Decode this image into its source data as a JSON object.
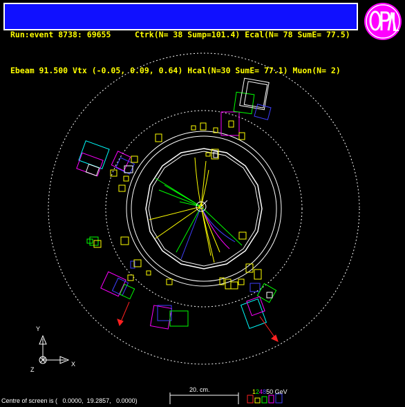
{
  "header": {
    "run_event_label": "Run:event 8738: 69655",
    "ctrk_label": "Ctrk(N= 38 Sump=101.4)",
    "ecal_label": "Ecal(N= 78 SumE= 77.5)",
    "ebeam_label": "Ebeam 91.500 Vtx (-0.05, 0.09, 0.64)",
    "hcal_label": "Hcal(N=30 SumE= 77.1)",
    "muon_label": "Muon(N= 2)"
  },
  "logo": {
    "icon": "opal-logo",
    "color": "#ff00ff"
  },
  "axes": {
    "y_label": "Y",
    "x_label": "X",
    "z_label": "Z"
  },
  "scale": {
    "length_label": "20. cm."
  },
  "energy_legend": {
    "label": "1 2 4 8 50 GeV",
    "items": [
      {
        "text": "1",
        "color": "#ffff00"
      },
      {
        "text": "2",
        "color": "#00ff00"
      },
      {
        "text": "4",
        "color": "#ff00ff"
      },
      {
        "text": "8",
        "color": "#4040ff"
      },
      {
        "text": "50 GeV",
        "color": "#ffffff"
      }
    ]
  },
  "footer": {
    "centre_text": "Centre of screen is (   0.0000,  19.2857,   0.0000)"
  },
  "colors": {
    "header_bg": "#1010ff",
    "header_text": "#ffff00",
    "background": "#000000",
    "muon_arrow": "#ff2020"
  }
}
